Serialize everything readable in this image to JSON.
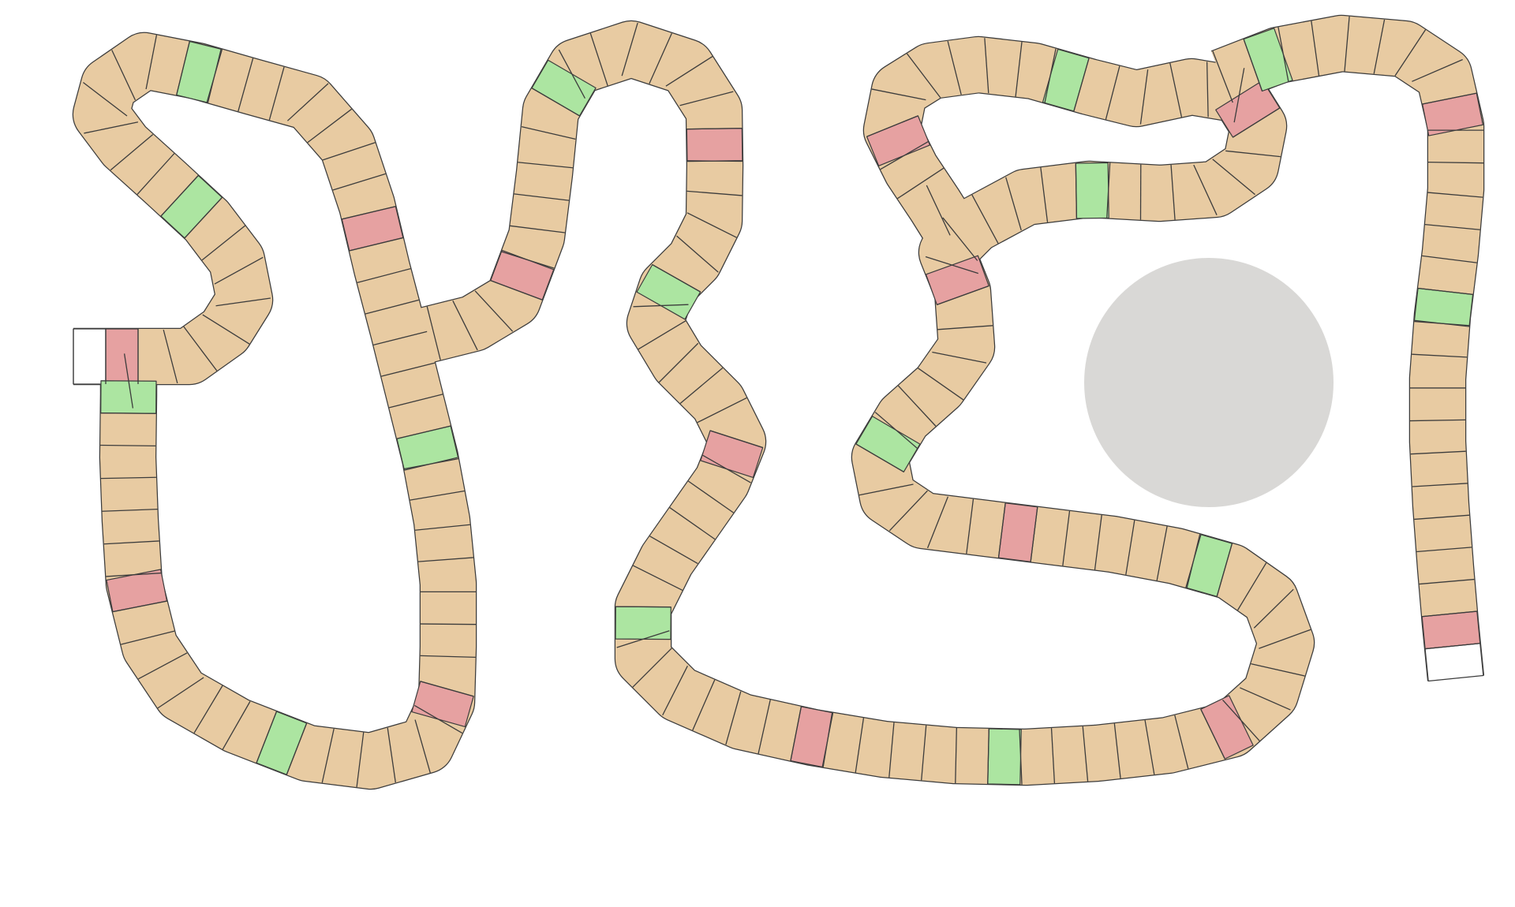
{
  "board": {
    "colors": {
      "background": "#ffffff",
      "tile_normal": "#e8cba2",
      "tile_bonus": "#ace5a1",
      "tile_penalty": "#e6a1a1",
      "tile_endpoint": "#ffffff",
      "tile_border": "#3c3c3c",
      "center_marker": "#d9d8d6"
    },
    "track": {
      "tile_count": 195,
      "start_tile": "endpoint",
      "finish_tile": "endpoint",
      "bonus_tile_positions": [
        9,
        17,
        32,
        46,
        59,
        70,
        82,
        94,
        107,
        121,
        133,
        145,
        158,
        170,
        183
      ],
      "penalty_tile_positions": [
        1,
        25,
        40,
        53,
        64,
        77,
        88,
        101,
        114,
        127,
        139,
        152,
        165,
        177,
        193
      ]
    },
    "center_marker": {
      "shape": "circle",
      "label": ""
    }
  }
}
